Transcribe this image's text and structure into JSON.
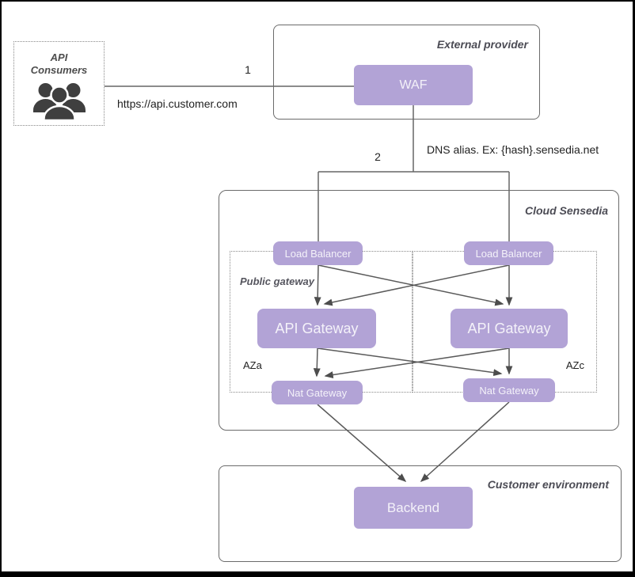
{
  "containers": {
    "api_consumers": "API\nConsumers",
    "external_provider": "External provider",
    "cloud_sensedia": "Cloud Sensedia",
    "customer_environment": "Customer environment",
    "public_gateway": "Public gateway",
    "az_a": "AZa",
    "az_c": "AZc"
  },
  "nodes": {
    "waf": "WAF",
    "load_balancer_a": "Load Balancer",
    "load_balancer_c": "Load Balancer",
    "api_gateway_a": "API Gateway",
    "api_gateway_c": "API Gateway",
    "nat_gateway_a": "Nat Gateway",
    "nat_gateway_c": "Nat Gateway",
    "backend": "Backend"
  },
  "edge_labels": {
    "step_1": "1",
    "consumer_url": "https://api.customer.com",
    "step_2": "2",
    "dns_alias": "DNS alias. Ex: {hash}.sensedia.net"
  },
  "icons": {
    "api_consumers": "users-group-icon"
  },
  "colors": {
    "node_fill": "#b2a3d6",
    "node_text": "#f4f2f9",
    "line": "#666666",
    "arrow": "#4d4d4d",
    "container_border": "#6b6b6b",
    "container_label": "#4c4c55",
    "icon": "#3f3f3f"
  }
}
